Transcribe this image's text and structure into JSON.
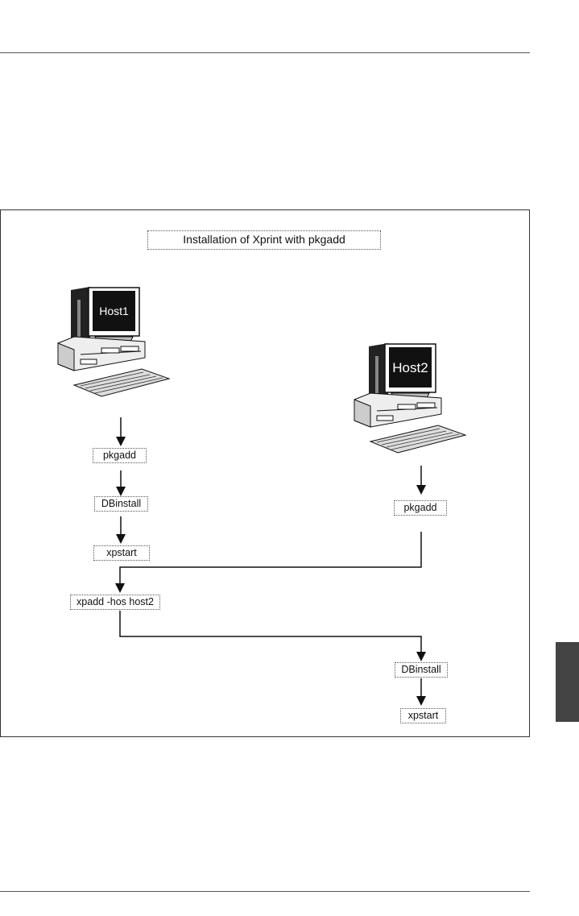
{
  "diagram": {
    "title": "Installation of Xprint with pkgadd",
    "hosts": [
      {
        "label": "Host1",
        "icon": "computer-icon"
      },
      {
        "label": "Host2",
        "icon": "computer-icon"
      }
    ],
    "host1_steps": [
      "pkgadd",
      "DBinstall",
      "xpstart"
    ],
    "host2_first_step": "pkgadd",
    "merge_step": "xpadd -hos host2",
    "host2_final_steps": [
      "DBinstall",
      "xpstart"
    ]
  },
  "page": {
    "accent_tab_color": "#444444"
  }
}
